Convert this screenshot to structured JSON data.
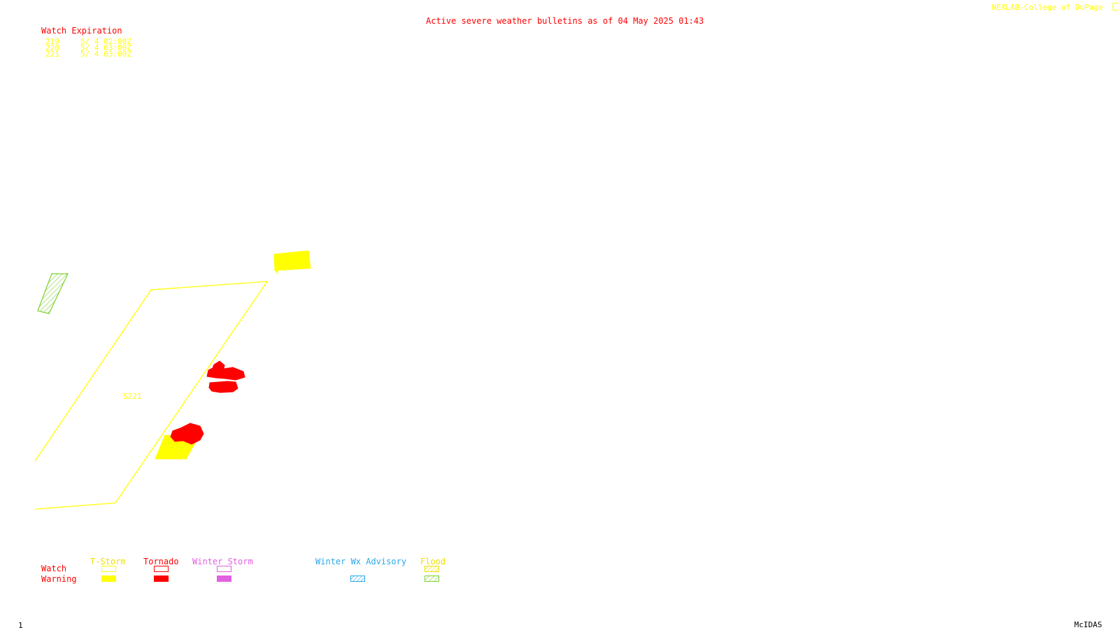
{
  "header": {
    "title": "Active severe weather bulletins as of 04 May 2025 01:43",
    "credit": "NEXLAB-College of DuPage"
  },
  "watch_expiration": {
    "heading": "Watch Expiration",
    "rows": [
      {
        "id": "219",
        "expires": "5/ 4 02:00Z"
      },
      {
        "id": "220",
        "expires": "5/ 4 03:00Z"
      },
      {
        "id": "221",
        "expires": "5/ 4 03:00Z"
      }
    ]
  },
  "map": {
    "watch_label": "S221",
    "colors": {
      "tstorm": "#ffff00",
      "tornado": "#ff0000",
      "winter_storm": "#e060e0",
      "winter_wx_advisory": "#2aa8e8",
      "flood": "#7cd12e"
    }
  },
  "legend": {
    "row_watch": "Watch",
    "row_warning": "Warning",
    "categories": {
      "tstorm": "T-Storm",
      "tornado": "Tornado",
      "winter_storm": "Winter Storm",
      "winter_wx_advisory": "Winter Wx Advisory",
      "flood": "Flood"
    }
  },
  "footer": {
    "frame_number": "1",
    "software": "McIDAS"
  }
}
